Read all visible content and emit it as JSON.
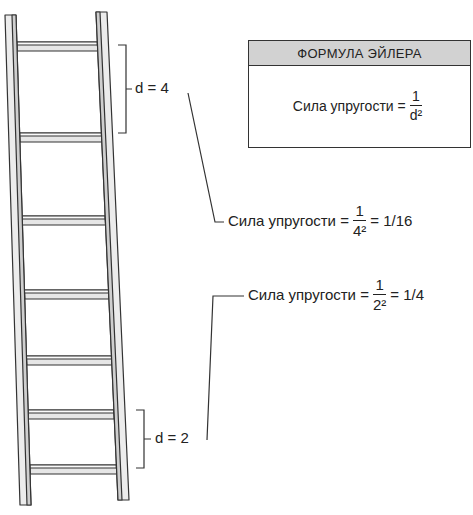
{
  "diagram": {
    "nodes": [
      {
        "text": [
          "ФОРМУЛА ЭЙЛЕРА",
          "Сила упругости =",
          "1",
          "d²"
        ]
      }
    ],
    "labels": [
      "d = 4",
      "Сила упругости =",
      "1",
      "4²",
      "= 1/16",
      "Сила упругости =",
      "1",
      "2²",
      "= 1/4",
      "d = 2"
    ]
  }
}
